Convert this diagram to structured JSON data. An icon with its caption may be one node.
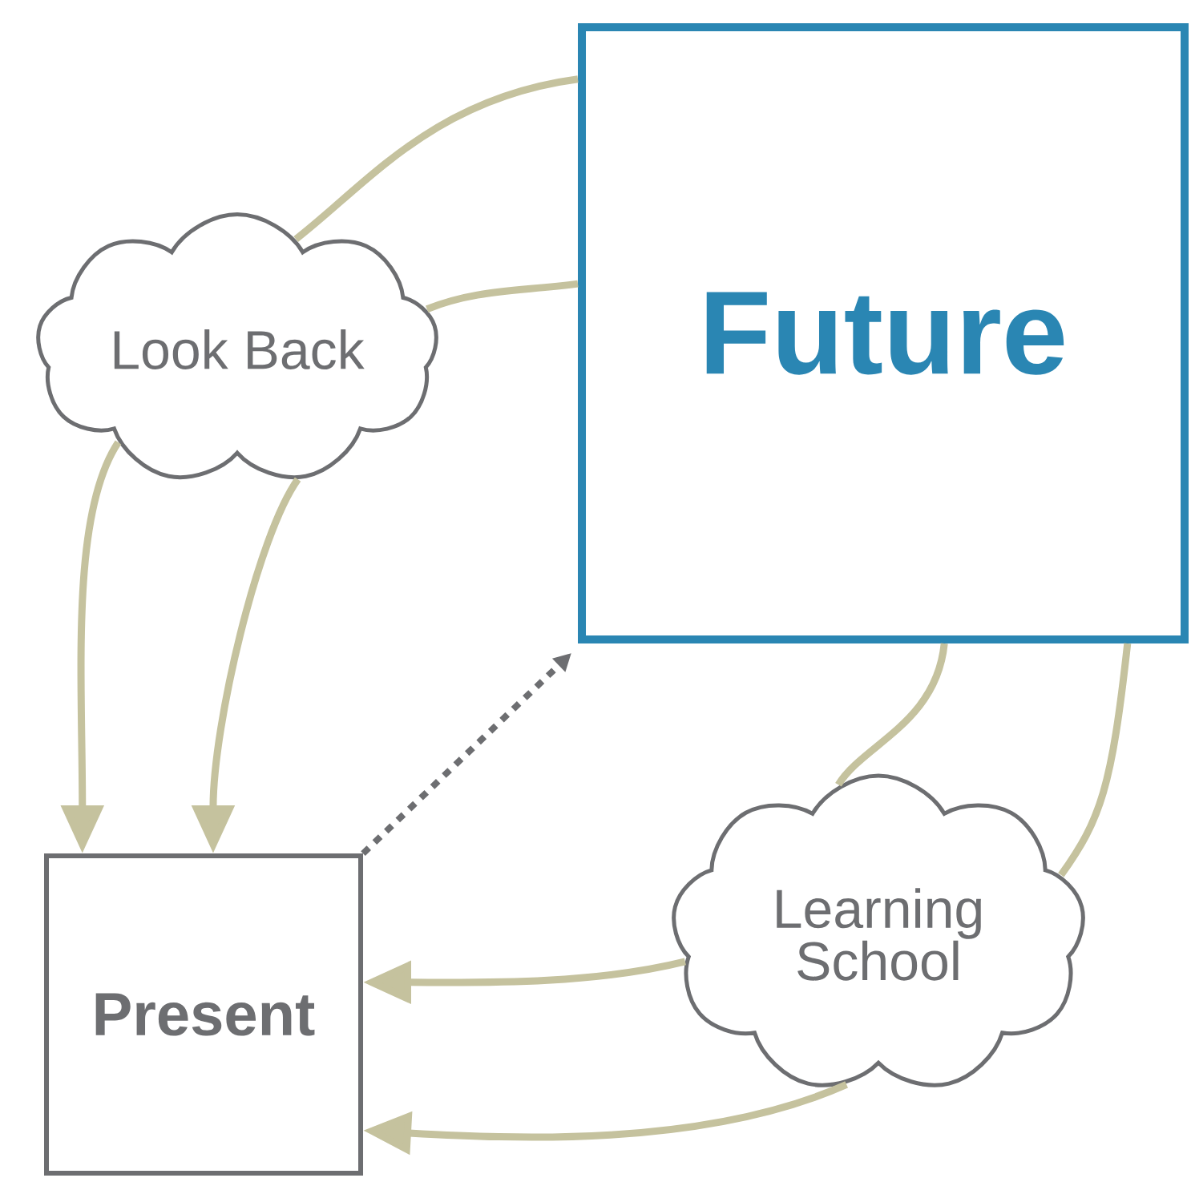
{
  "diagram": {
    "nodes": [
      {
        "text": [
          "Future"
        ]
      },
      {
        "text": [
          "Look Back"
        ]
      },
      {
        "text": [
          "Present"
        ]
      },
      {
        "text": [
          "Learning School"
        ]
      }
    ],
    "edges": [
      {
        "from": 0,
        "to": 1,
        "arrow": "none"
      },
      {
        "from": 0,
        "to": 1,
        "arrow": "none"
      },
      {
        "from": 1,
        "to": 2,
        "arrow": "to"
      },
      {
        "from": 1,
        "to": 2,
        "arrow": "to"
      },
      {
        "from": 0,
        "to": 3,
        "arrow": "none"
      },
      {
        "from": 0,
        "to": 3,
        "arrow": "none"
      },
      {
        "from": 3,
        "to": 2,
        "arrow": "to"
      },
      {
        "from": 3,
        "to": 2,
        "arrow": "to"
      },
      {
        "from": 2,
        "to": 0,
        "arrow": "to",
        "style": "dashed",
        "color": "#6d6e71"
      }
    ]
  }
}
